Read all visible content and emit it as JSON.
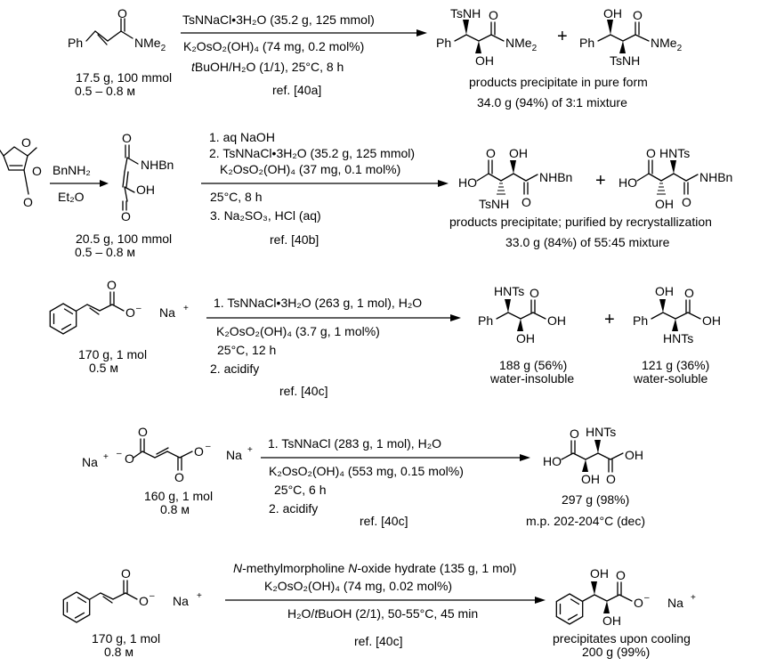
{
  "colors": {
    "ts_label": "#1a1ae6",
    "oh_label": "#e60000",
    "text": "#000000"
  },
  "atoms": {
    "O": "O",
    "OH": "OH",
    "HO": "HO",
    "HNTs": "HNTs",
    "TsNH": "TsNH",
    "NHBn": "NHBn",
    "NMe": "NMe",
    "two": "2",
    "Ph": "Ph",
    "Na": "Na",
    "plus": "+",
    "minus": "–",
    "charge_plus": "+"
  },
  "r1": {
    "sm_amount": "17.5 g, 100 mmol",
    "sm_conc": "0.5 – 0.8 м",
    "reagent1": "TsNNaCl•3H₂O (35.2 g, 125 mmol)",
    "reagent2": "K₂OsO₂(OH)₄ (74 mg, 0.2 mol%)",
    "conditions_prefix": "t",
    "conditions_rest": "BuOH/H₂O (1/1), 25°C, 8 h",
    "ref": "ref. [40a]",
    "note": "products precipitate in pure form",
    "yield": "34.0 g (94%) of 3:1 mixture"
  },
  "r2": {
    "reagent": "BnNH₂",
    "solvent": "Et₂O",
    "int_amount": "20.5 g, 100 mmol",
    "int_conc": "0.5 – 0.8 м",
    "step1": "1. aq NaOH",
    "step2": "2. TsNNaCl•3H₂O (35.2 g, 125 mmol)",
    "step2b": "K₂OsO₂(OH)₄ (37 mg, 0.1 mol%)",
    "step2c": "25°C, 8 h",
    "step3": "3. Na₂SO₃, HCl (aq)",
    "ref": "ref. [40b]",
    "note": "products precipitate; purified by recrystallization",
    "yield": "33.0 g (84%) of 55:45 mixture"
  },
  "r3": {
    "sm_amount": "170 g, 1 mol",
    "sm_conc": "0.5 м",
    "step1": "1.  TsNNaCl•3H₂O (263 g, 1 mol), H₂O",
    "step1b": "K₂OsO₂(OH)₄ (3.7 g, 1 mol%)",
    "step1c": "25°C, 12 h",
    "step2": "2. acidify",
    "ref": "ref. [40c]",
    "p1_yield": "188 g (56%)",
    "p1_note": "water-insoluble",
    "p2_yield": "121 g (36%)",
    "p2_note": "water-soluble"
  },
  "r4": {
    "sm_amount": "160 g, 1 mol",
    "sm_conc": "0.8 м",
    "step1": "1. TsNNaCl (283 g, 1 mol), H₂O",
    "step1b": "K₂OsO₂(OH)₄ (553 mg, 0.15 mol%)",
    "step1c": "25°C, 6 h",
    "step2": "2. acidify",
    "ref": "ref. [40c]",
    "yield": "297 g (98%)",
    "mp": "m.p. 202-204°C (dec)"
  },
  "r5": {
    "sm_amount": "170 g, 1 mol",
    "sm_conc": "0.8 м",
    "reagent_n1": "N",
    "reagent_mid": "-methylmorpholine ",
    "reagent_n2": "N",
    "reagent_end": "-oxide hydrate (135 g, 1 mol)",
    "reagent2": "K₂OsO₂(OH)₄ (74 mg, 0.02 mol%)",
    "cond_a": "H₂O/",
    "cond_t": "t",
    "cond_b": "BuOH (2/1), 50-55°C, 45 min",
    "ref": "ref. [40c]",
    "note": "precipitates upon cooling",
    "yield": "200 g (99%)"
  }
}
